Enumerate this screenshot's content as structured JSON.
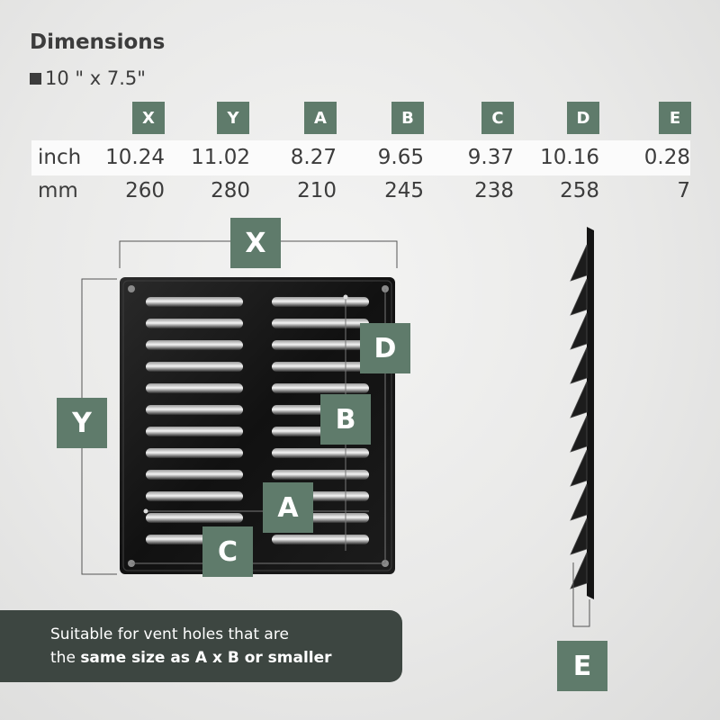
{
  "header": {
    "title": "Dimensions",
    "subtitle": "10 \" x 7.5\""
  },
  "table": {
    "columns": [
      "X",
      "Y",
      "A",
      "B",
      "C",
      "D",
      "E"
    ],
    "rows": [
      {
        "label": "inch",
        "values": [
          "10.24",
          "11.02",
          "8.27",
          "9.65",
          "9.37",
          "10.16",
          "0.28"
        ]
      },
      {
        "label": "mm",
        "values": [
          "260",
          "280",
          "210",
          "245",
          "238",
          "258",
          "7"
        ]
      }
    ]
  },
  "diagram": {
    "labels": {
      "x": "X",
      "y": "Y",
      "a": "A",
      "b": "B",
      "c": "C",
      "d": "D",
      "e": "E"
    }
  },
  "note": {
    "line1": "Suitable for vent holes that are",
    "line2_prefix": "the ",
    "line2_bold": "same size as A x B or smaller"
  },
  "colors": {
    "accent_tag": "#5f7b6b",
    "note_background": "#3d4641",
    "product": "#121212"
  }
}
